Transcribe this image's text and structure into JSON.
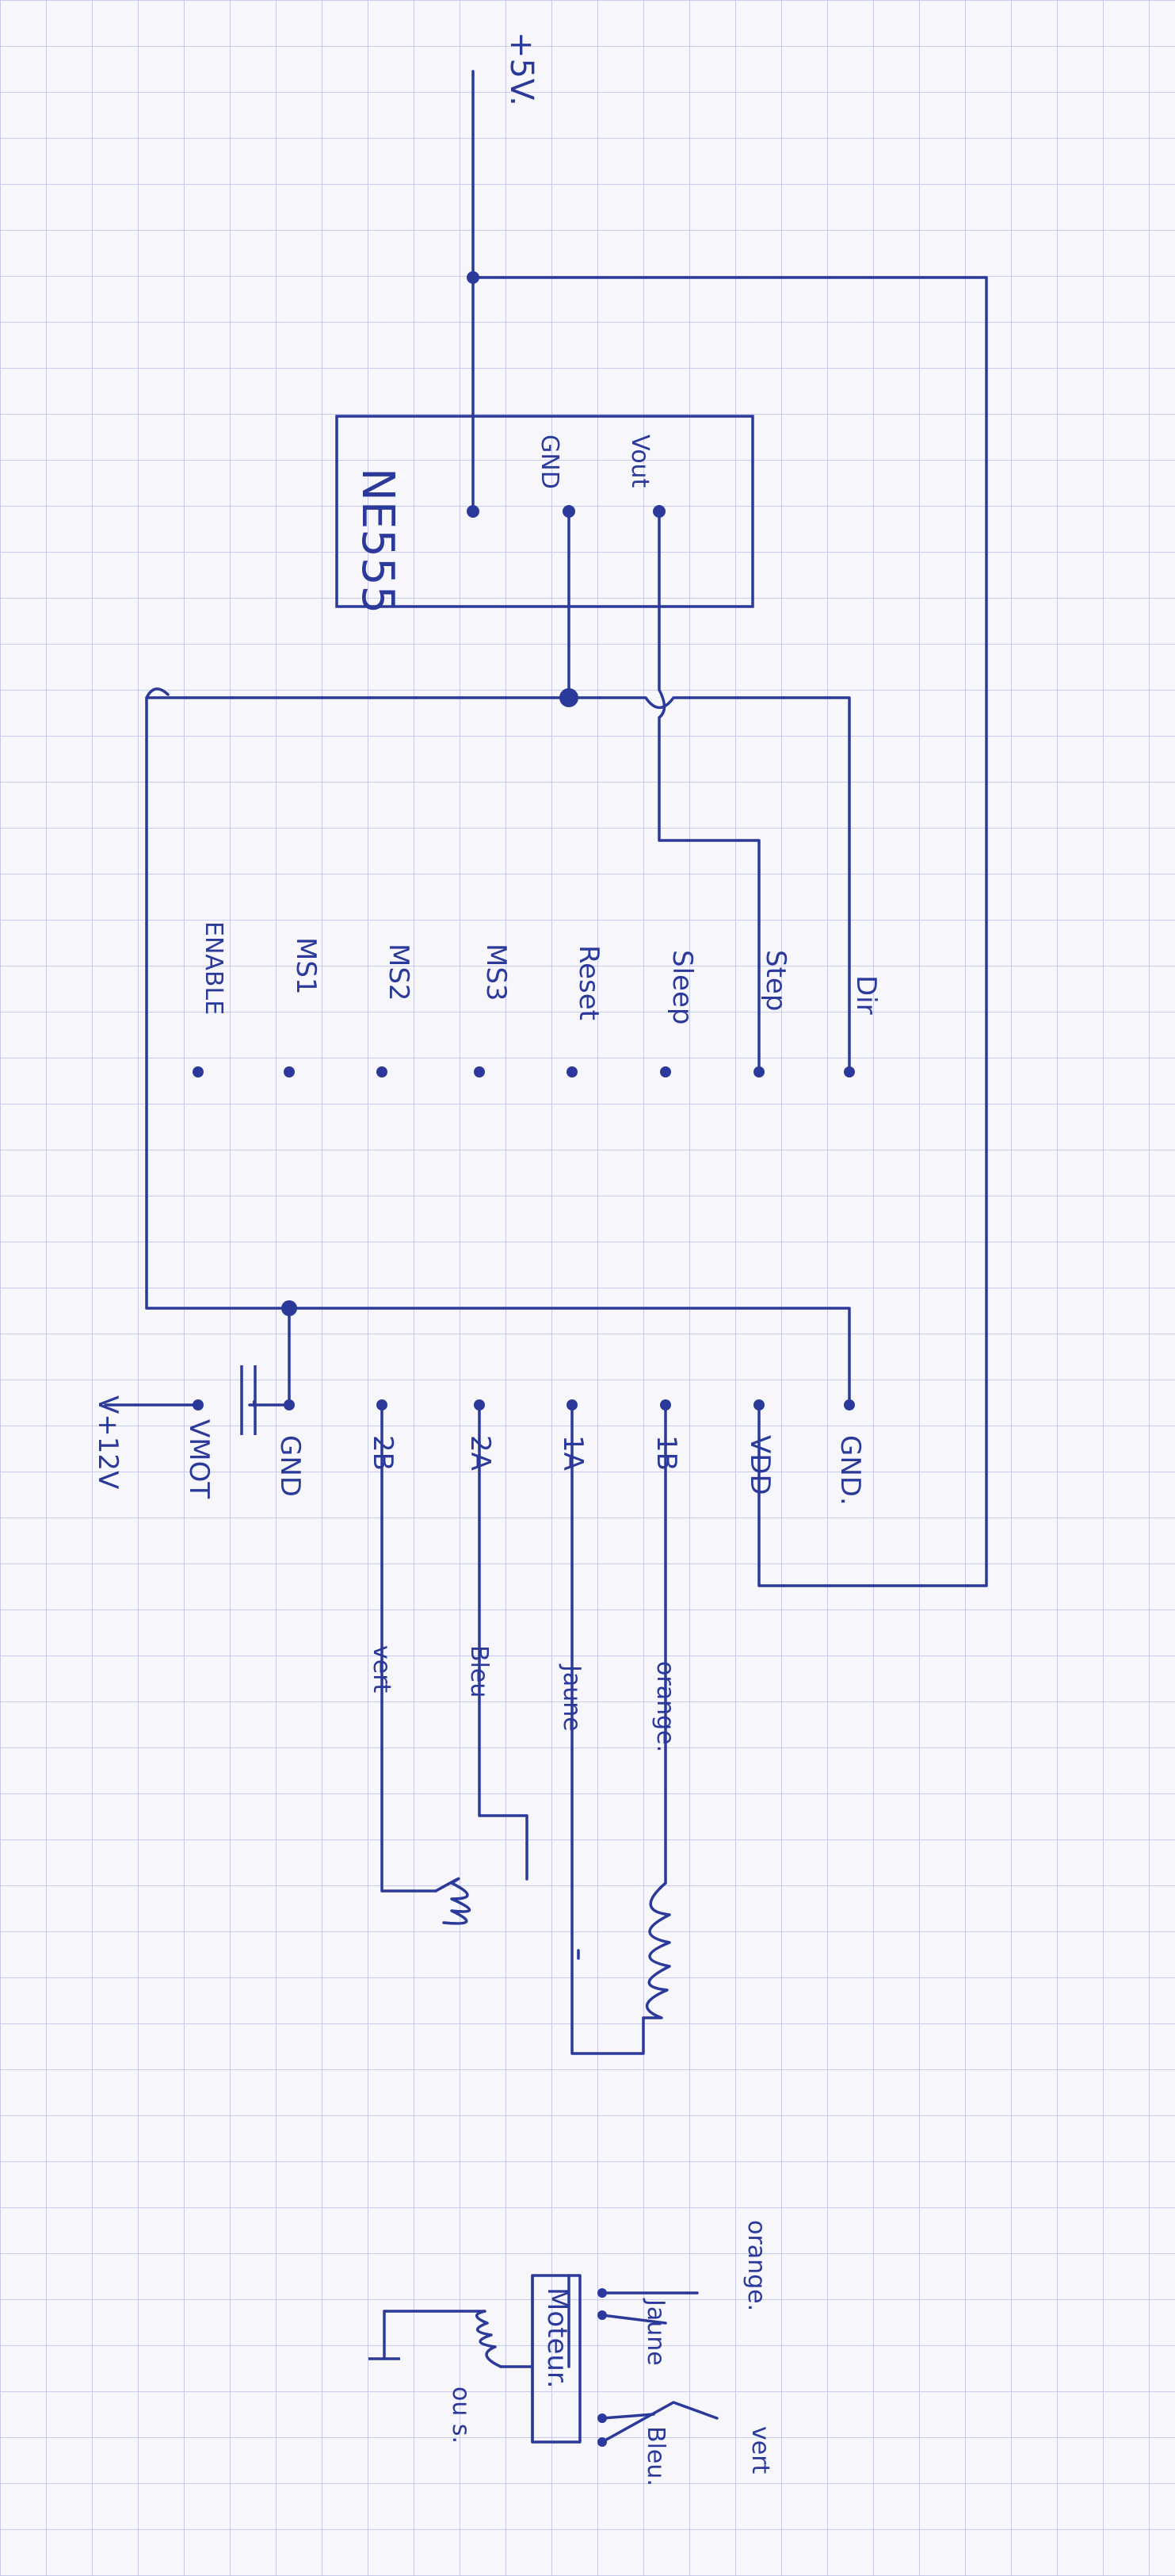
{
  "colors": {
    "paper": "#f7f7fb",
    "grid": "#b9bde8",
    "ink": "#2b3a9a"
  },
  "labels": {
    "v5": "+5V.",
    "ne555": "NE555",
    "ne_gnd": "GND",
    "ne_vout": "Vout",
    "dir": "Dir",
    "step": "Step",
    "sleep": "Sleep",
    "reset": "Reset",
    "ms3": "MS3",
    "ms2": "MS2",
    "ms1": "MS1",
    "enable": "ENABLE",
    "gnd_r": "GND.",
    "vdd": "VDD",
    "p1b": "1B",
    "p1a": "1A",
    "p2a": "2A",
    "p2b": "2B",
    "gnd_l": "GND",
    "vmot": "VMOT",
    "v12": "V+12V",
    "minus": "-",
    "w_orange": "orange.",
    "w_jaune": "Jaune",
    "w_bleu": "Bleu",
    "w_vert": "vert",
    "m_orange": "orange.",
    "m_jaune": "Jaune",
    "m_vert": "vert",
    "m_bleu": "Bleu.",
    "moteur": "Moteur.",
    "coil_label": "ou s."
  }
}
